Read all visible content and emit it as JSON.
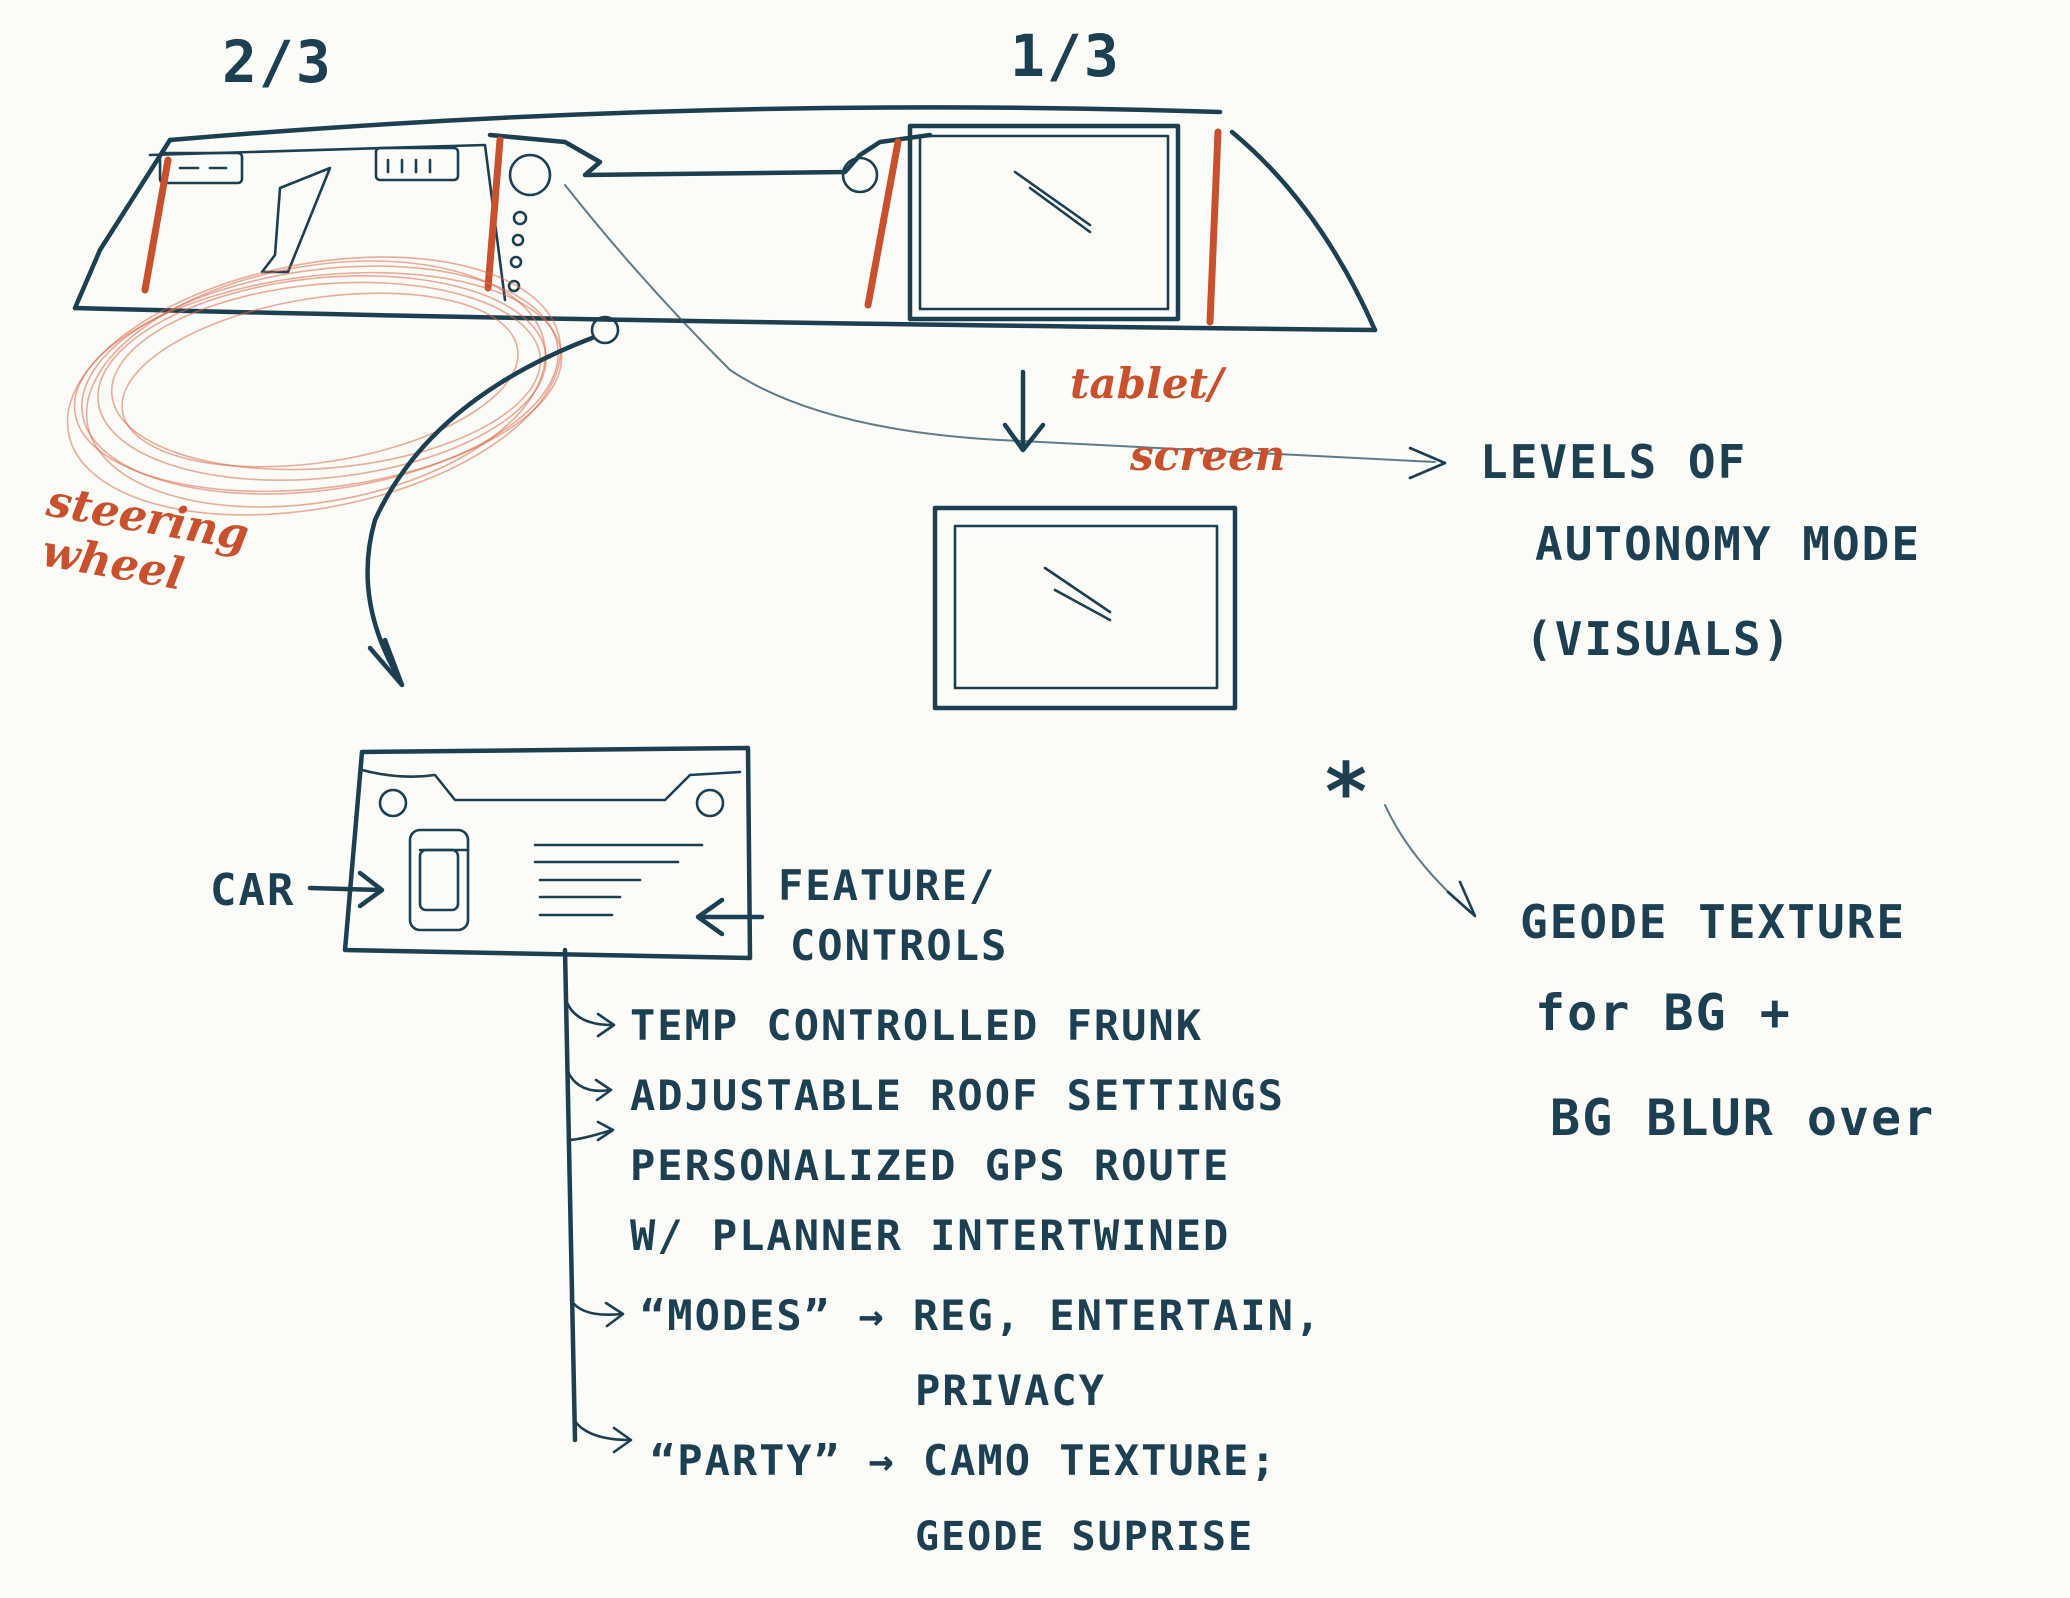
{
  "header": {
    "left_ratio": "2/3",
    "right_ratio": "1/3"
  },
  "labels": {
    "steering_wheel": [
      "steering",
      "wheel"
    ],
    "tablet_screen": [
      "tablet/",
      "screen"
    ],
    "autonomy": [
      "LEVELS OF",
      "AUTONOMY MODE",
      "(VISUALS)"
    ],
    "geode": [
      "GEODE TEXTURE",
      "for BG +",
      "BG BLUR over"
    ],
    "car": "CAR",
    "feature_controls": [
      "FEATURE/",
      "CONTROLS"
    ],
    "star": "*"
  },
  "features": [
    {
      "lines": [
        "TEMP CONTROLLED FRUNK"
      ]
    },
    {
      "lines": [
        "ADJUSTABLE ROOF SETTINGS"
      ]
    },
    {
      "lines": [
        "PERSONALIZED GPS ROUTE",
        "W/ PLANNER INTERTWINED"
      ]
    },
    {
      "lines": [
        "“MODES” → REG, ENTERTAIN,",
        "PRIVACY"
      ]
    },
    {
      "lines": [
        "“PARTY” → CAMO TEXTURE;",
        "GEODE SUPRISE"
      ]
    }
  ],
  "colors": {
    "ink": "#1d3f52",
    "accent": "#c8502c",
    "paper": "#fbfbf8"
  }
}
